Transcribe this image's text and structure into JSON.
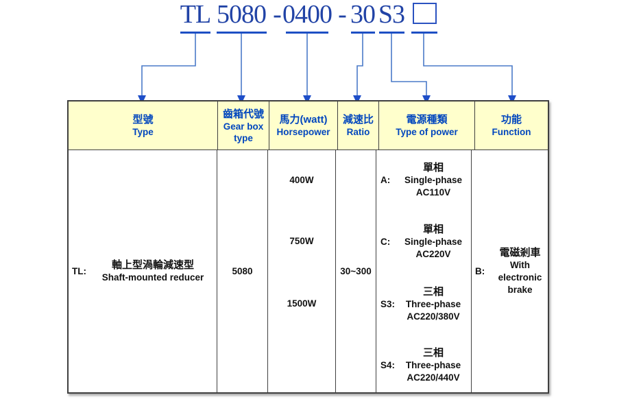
{
  "title": {
    "segments": [
      "TL",
      "5080",
      "-",
      "0400",
      "-",
      "30",
      "S3"
    ],
    "function_placeholder": "□"
  },
  "colors": {
    "title_blue": "#2143A6",
    "underline_blue": "#1D4FC4",
    "connector_blue": "#4A7AC8",
    "arrow_blue": "#1E4EC8",
    "header_bg": "#FFFFCC",
    "header_text": "#0046BE",
    "table_border": "#3F3F3F"
  },
  "table": {
    "headers": [
      {
        "zh": "型號",
        "en": "Type"
      },
      {
        "zh": "齒箱代號",
        "en": "Gear box",
        "en2": "type"
      },
      {
        "zh": "馬力(watt)",
        "en": "Horsepower"
      },
      {
        "zh": "減速比",
        "en": "Ratio"
      },
      {
        "zh": "電源種類",
        "en": "Type of power"
      },
      {
        "zh": "功能",
        "en": "Function"
      }
    ],
    "type_col": {
      "prefix": "TL:",
      "zh": "軸上型渦輪減速型",
      "en": "Shaft-mounted reducer"
    },
    "gearbox_col": {
      "value": "5080"
    },
    "horsepower_col": {
      "values": [
        "400W",
        "750W",
        "1500W"
      ]
    },
    "ratio_col": {
      "value": "30~300"
    },
    "power_col": {
      "items": [
        {
          "prefix": "A:",
          "zh": "單相",
          "en": "Single-phase",
          "voltage": "AC110V"
        },
        {
          "prefix": "C:",
          "zh": "單相",
          "en": "Single-phase",
          "voltage": "AC220V"
        },
        {
          "prefix": "S3:",
          "zh": "三相",
          "en": "Three-phase",
          "voltage": "AC220/380V"
        },
        {
          "prefix": "S4:",
          "zh": "三相",
          "en": "Three-phase",
          "voltage": "AC220/440V"
        }
      ]
    },
    "function_col": {
      "prefix": "B:",
      "zh": "電磁剎車",
      "lines": [
        "With",
        "electronic",
        "brake"
      ]
    }
  }
}
